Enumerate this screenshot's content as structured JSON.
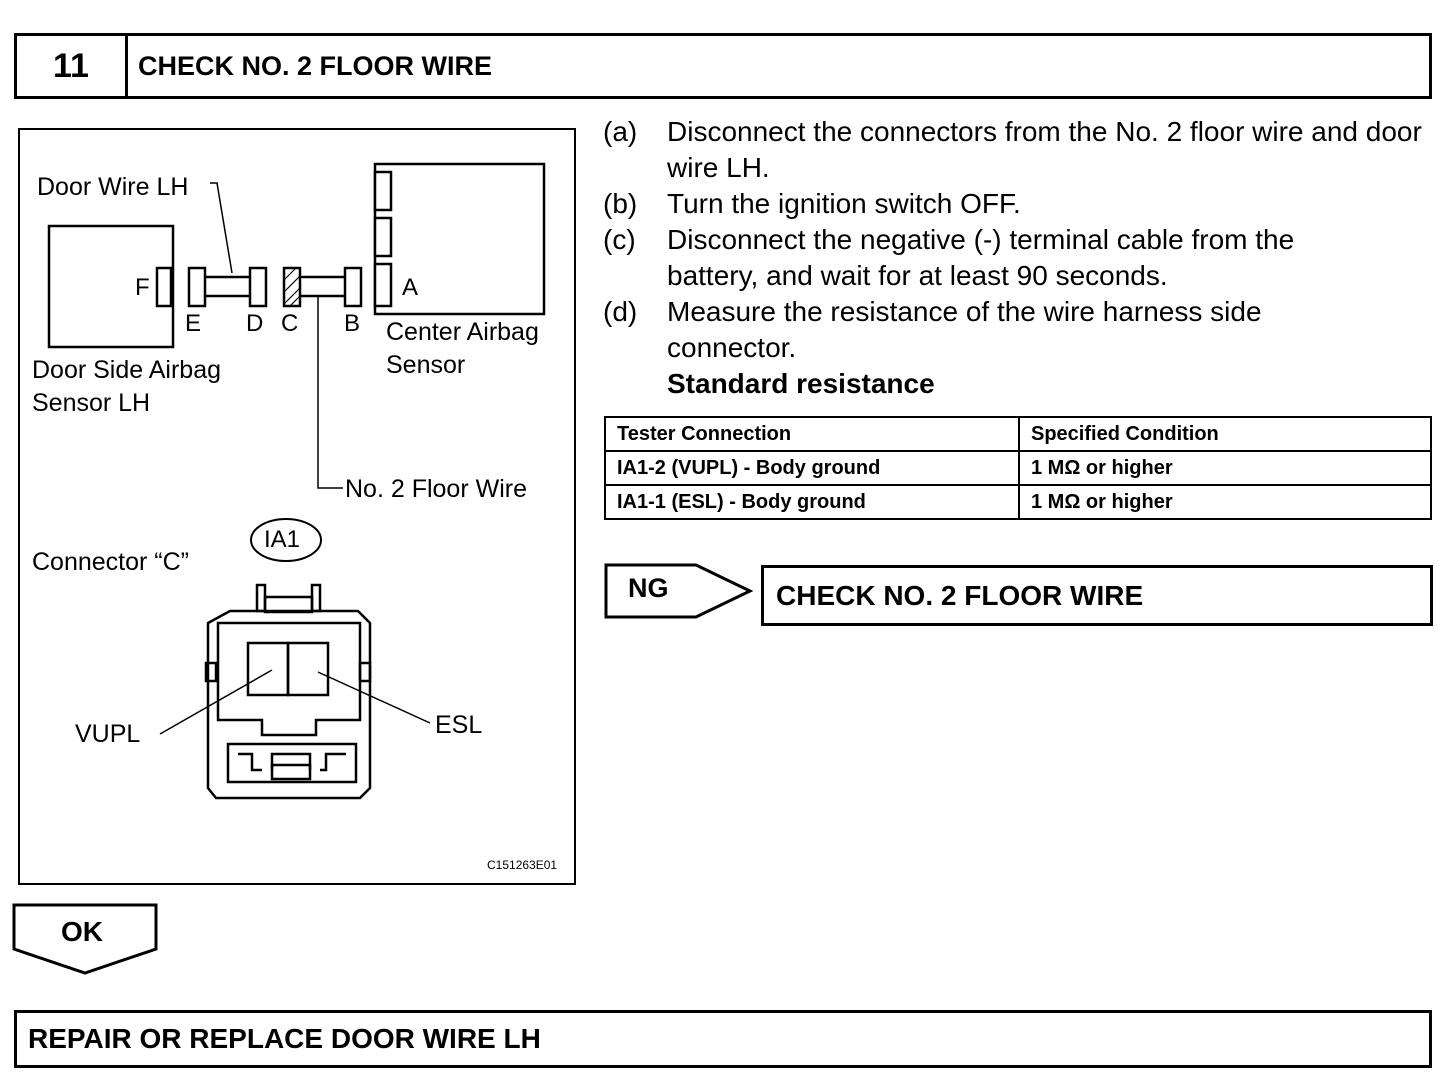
{
  "header": {
    "number": "11",
    "title": "CHECK NO. 2 FLOOR WIRE"
  },
  "diagram": {
    "door_wire_label": "Door Wire LH",
    "door_sensor_label_1": "Door Side Airbag",
    "door_sensor_label_2": "Sensor LH",
    "center_sensor_label_1": "Center Airbag",
    "center_sensor_label_2": "Sensor",
    "floor_wire_label": "No. 2 Floor Wire",
    "connector_label": "Connector “C”",
    "connector_id": "IA1",
    "pin_left": "VUPL",
    "pin_right": "ESL",
    "pins": {
      "a": "A",
      "b": "B",
      "c": "C",
      "d": "D",
      "e": "E",
      "f": "F"
    },
    "figure_code": "C151263E01"
  },
  "steps": [
    {
      "letter": "(a)",
      "text": "Disconnect the connectors from the No. 2 floor wire and door wire LH."
    },
    {
      "letter": "(b)",
      "text": "Turn the ignition switch OFF."
    },
    {
      "letter": "(c)",
      "text": "Disconnect the negative (-) terminal cable from the battery, and wait for at least 90 seconds."
    },
    {
      "letter": "(d)",
      "text": "Measure the resistance of the wire harness side connector."
    }
  ],
  "standard_heading": "Standard resistance",
  "table": {
    "headers": [
      "Tester Connection",
      "Specified Condition"
    ],
    "rows": [
      [
        "IA1-2 (VUPL) - Body ground",
        "1 MΩ or higher"
      ],
      [
        "IA1-1 (ESL) - Body ground",
        "1 MΩ or higher"
      ]
    ]
  },
  "ng": {
    "label": "NG",
    "action": "CHECK NO. 2 FLOOR WIRE"
  },
  "ok": {
    "label": "OK"
  },
  "final_action": "REPAIR OR REPLACE DOOR WIRE LH"
}
